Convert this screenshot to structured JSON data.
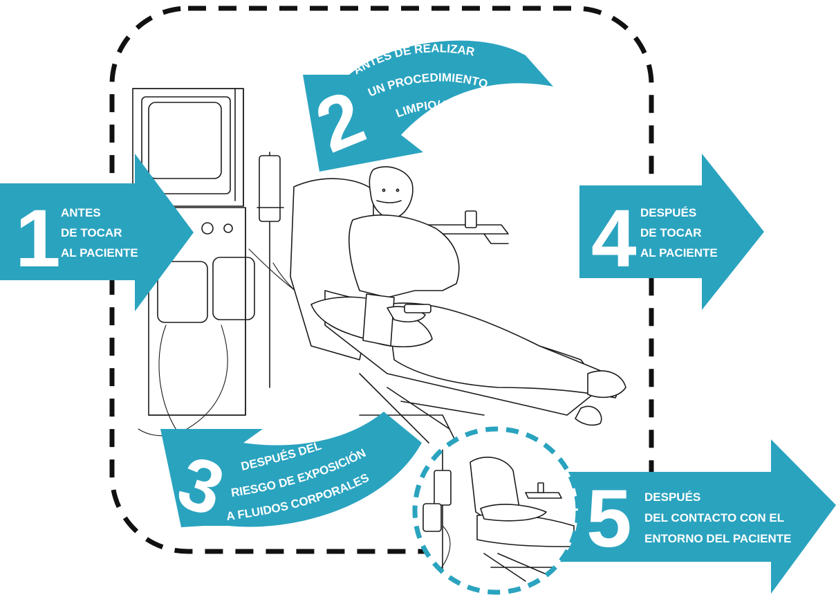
{
  "colors": {
    "arrow": "#2aa3bf",
    "dashed_frame": "#111111",
    "dashed_circle": "#2aa3bf",
    "text": "#ffffff"
  },
  "moments": [
    {
      "number": "1",
      "lines": [
        "ANTES",
        "DE TOCAR",
        "AL PACIENTE"
      ]
    },
    {
      "number": "2",
      "lines": [
        "ANTES DE REALIZAR",
        "UN PROCEDIMIENTO",
        "LIMPIO/ASÉPTICO"
      ]
    },
    {
      "number": "3",
      "lines": [
        "DESPUÉS DEL",
        "RIESGO DE EXPOSICIÓN",
        "A FLUIDOS CORPORALES"
      ]
    },
    {
      "number": "4",
      "lines": [
        "DESPUÉS",
        "DE TOCAR",
        "AL PACIENTE"
      ]
    },
    {
      "number": "5",
      "lines": [
        "DESPUÉS",
        "DEL CONTACTO CON EL",
        "ENTORNO DEL PACIENTE"
      ]
    }
  ],
  "illustration": {
    "main_scene_icon": "dialysis-patient-sketch",
    "environment_icon": "empty-dialysis-chair-sketch"
  }
}
